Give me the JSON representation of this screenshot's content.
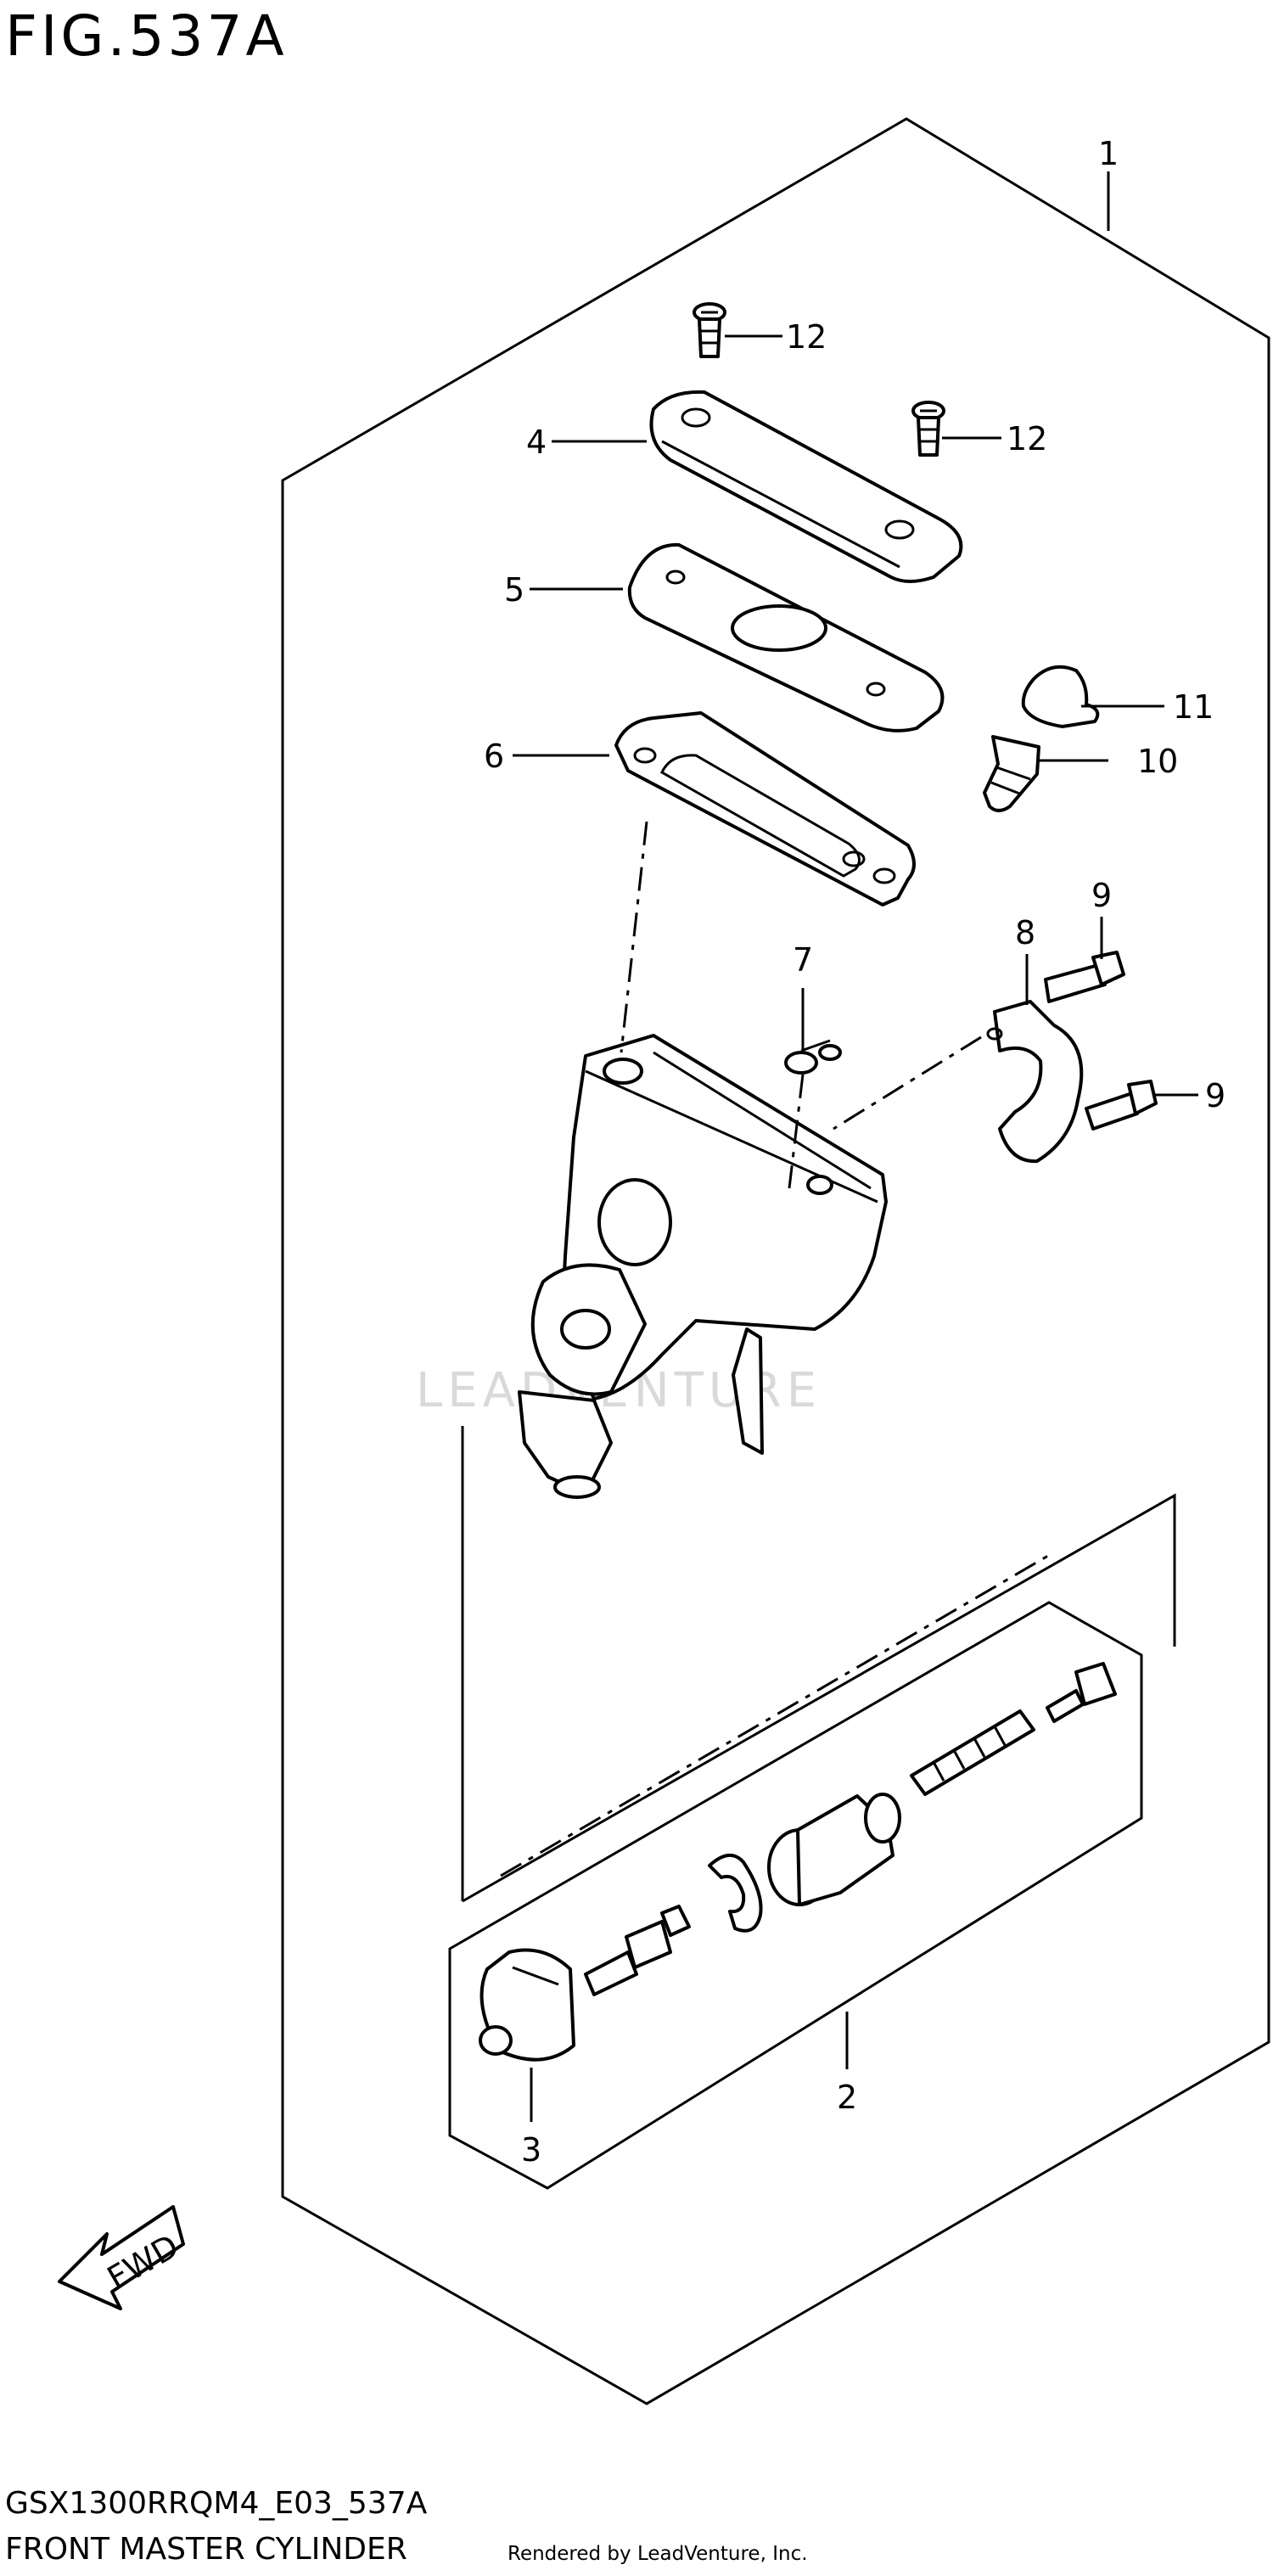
{
  "header": {
    "figure_title": "FIG.537A"
  },
  "footer": {
    "model_code": "GSX1300RRQM4_E03_537A",
    "part_name": "FRONT MASTER CYLINDER",
    "render_credit": "Rendered by LeadVenture, Inc."
  },
  "watermark": {
    "text": "LEADVENTURE"
  },
  "callouts": [
    {
      "number": "1"
    },
    {
      "number": "2"
    },
    {
      "number": "3"
    },
    {
      "number": "4"
    },
    {
      "number": "5"
    },
    {
      "number": "6"
    },
    {
      "number": "7"
    },
    {
      "number": "8"
    },
    {
      "number": "9"
    },
    {
      "number": "9"
    },
    {
      "number": "10"
    },
    {
      "number": "11"
    },
    {
      "number": "12"
    },
    {
      "number": "12"
    }
  ],
  "fwd_label": "FWD"
}
